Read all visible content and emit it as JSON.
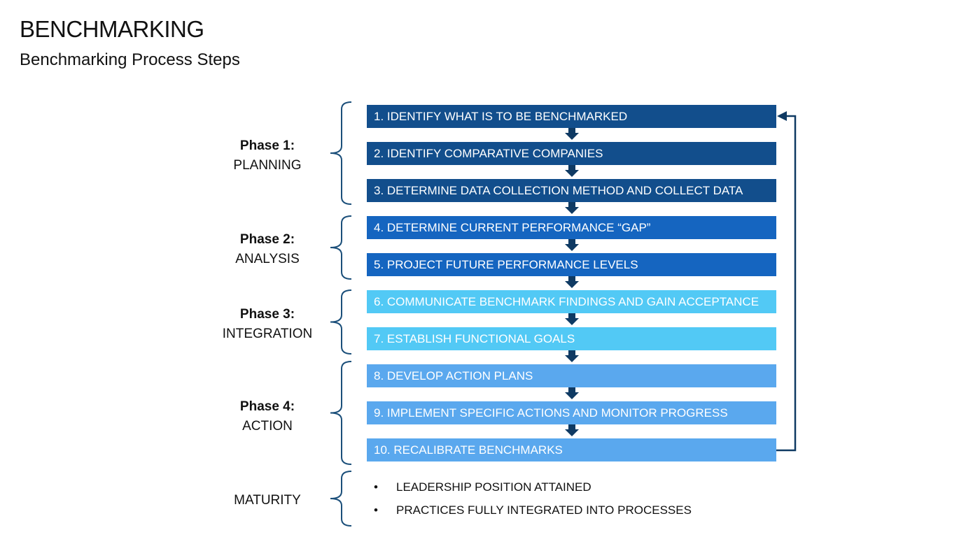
{
  "header": {
    "title": "BENCHMARKING",
    "subtitle": "Benchmarking Process Steps"
  },
  "colors": {
    "phase1": "#124E8C",
    "phase2": "#1565C0",
    "phase3": "#52C9F5",
    "phase4": "#5AA8EE",
    "arrow": "#0F3A63"
  },
  "phases": [
    {
      "number": "Phase 1:",
      "name": "PLANNING"
    },
    {
      "number": "Phase 2:",
      "name": "ANALYSIS"
    },
    {
      "number": "Phase 3:",
      "name": "INTEGRATION"
    },
    {
      "number": "Phase 4:",
      "name": "ACTION"
    },
    {
      "number": "",
      "name": "MATURITY"
    }
  ],
  "steps": [
    {
      "label": "1. IDENTIFY WHAT IS TO BE BENCHMARKED",
      "phase": 1
    },
    {
      "label": "2. IDENTIFY COMPARATIVE COMPANIES",
      "phase": 1
    },
    {
      "label": "3. DETERMINE DATA COLLECTION METHOD AND COLLECT DATA",
      "phase": 1
    },
    {
      "label": "4. DETERMINE CURRENT PERFORMANCE “GAP”",
      "phase": 2
    },
    {
      "label": "5. PROJECT FUTURE PERFORMANCE LEVELS",
      "phase": 2
    },
    {
      "label": "6. COMMUNICATE BENCHMARK FINDINGS AND GAIN ACCEPTANCE",
      "phase": 3
    },
    {
      "label": "7. ESTABLISH FUNCTIONAL GOALS",
      "phase": 3
    },
    {
      "label": "8. DEVELOP ACTION PLANS",
      "phase": 4
    },
    {
      "label": "9. IMPLEMENT SPECIFIC ACTIONS AND MONITOR PROGRESS",
      "phase": 4
    },
    {
      "label": "10. RECALIBRATE BENCHMARKS",
      "phase": 4
    }
  ],
  "maturity": {
    "bullet": "•",
    "items": [
      "LEADERSHIP POSITION ATTAINED",
      "PRACTICES FULLY INTEGRATED INTO PROCESSES"
    ]
  }
}
